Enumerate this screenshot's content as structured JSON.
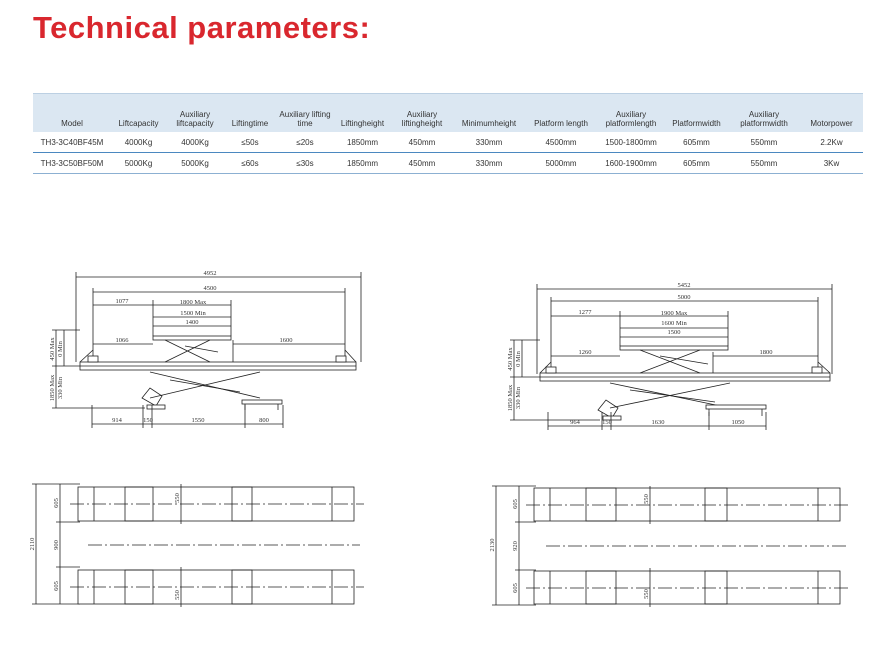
{
  "heading": "Technical parameters:",
  "table": {
    "headers": [
      "Model",
      "Liftcapacity",
      "Auxiliary liftcapacity",
      "Liftingtime",
      "Auxiliary lifting time",
      "Liftingheight",
      "Auxiliary liftingheight",
      "Minimumheight",
      "Platform length",
      "Auxiliary platformlength",
      "Platformwidth",
      "Auxiliary platformwidth",
      "Motorpower"
    ],
    "rows": [
      [
        "TH3-3C40BF45M",
        "4000Kg",
        "4000Kg",
        "≤50s",
        "≤20s",
        "1850mm",
        "450mm",
        "330mm",
        "4500mm",
        "1500-1800mm",
        "605mm",
        "550mm",
        "2.2Kw"
      ],
      [
        "TH3-3C50BF50M",
        "5000Kg",
        "5000Kg",
        "≤60s",
        "≤30s",
        "1850mm",
        "450mm",
        "330mm",
        "5000mm",
        "1600-1900mm",
        "605mm",
        "550mm",
        "3Kw"
      ]
    ]
  },
  "drawings": {
    "left_side": {
      "overall": "4952",
      "platform": "4500",
      "aux_max": "1800 Max",
      "aux_min": "1500 Min",
      "d1077": "1077",
      "d1400": "1400",
      "d1066": "1066",
      "d1600": "1600",
      "h450": "450 Max",
      "h0": "0 Min",
      "h1850": "1850 Max",
      "h330": "330 Min",
      "b914": "914",
      "b150": "150",
      "b1550": "1550",
      "b800": "800"
    },
    "right_side": {
      "overall": "5452",
      "platform": "5000",
      "aux_max": "1900 Max",
      "aux_min": "1600 Min",
      "d1277": "1277",
      "d1500": "1500",
      "d1260": "1260",
      "d1800": "1800",
      "h450": "450 Max",
      "h0": "0 Min",
      "h1850": "1850 Max",
      "h330": "330 Min",
      "b964": "964",
      "b150": "150",
      "b1630": "1630",
      "b1050": "1050"
    },
    "left_top": {
      "total": "2110",
      "w605a": "605",
      "gap": "900",
      "w605b": "605",
      "p550a": "550",
      "p550b": "550"
    },
    "right_top": {
      "total": "2130",
      "w605a": "605",
      "gap": "920",
      "w605b": "605",
      "p550a": "550",
      "p550b": "550"
    }
  }
}
